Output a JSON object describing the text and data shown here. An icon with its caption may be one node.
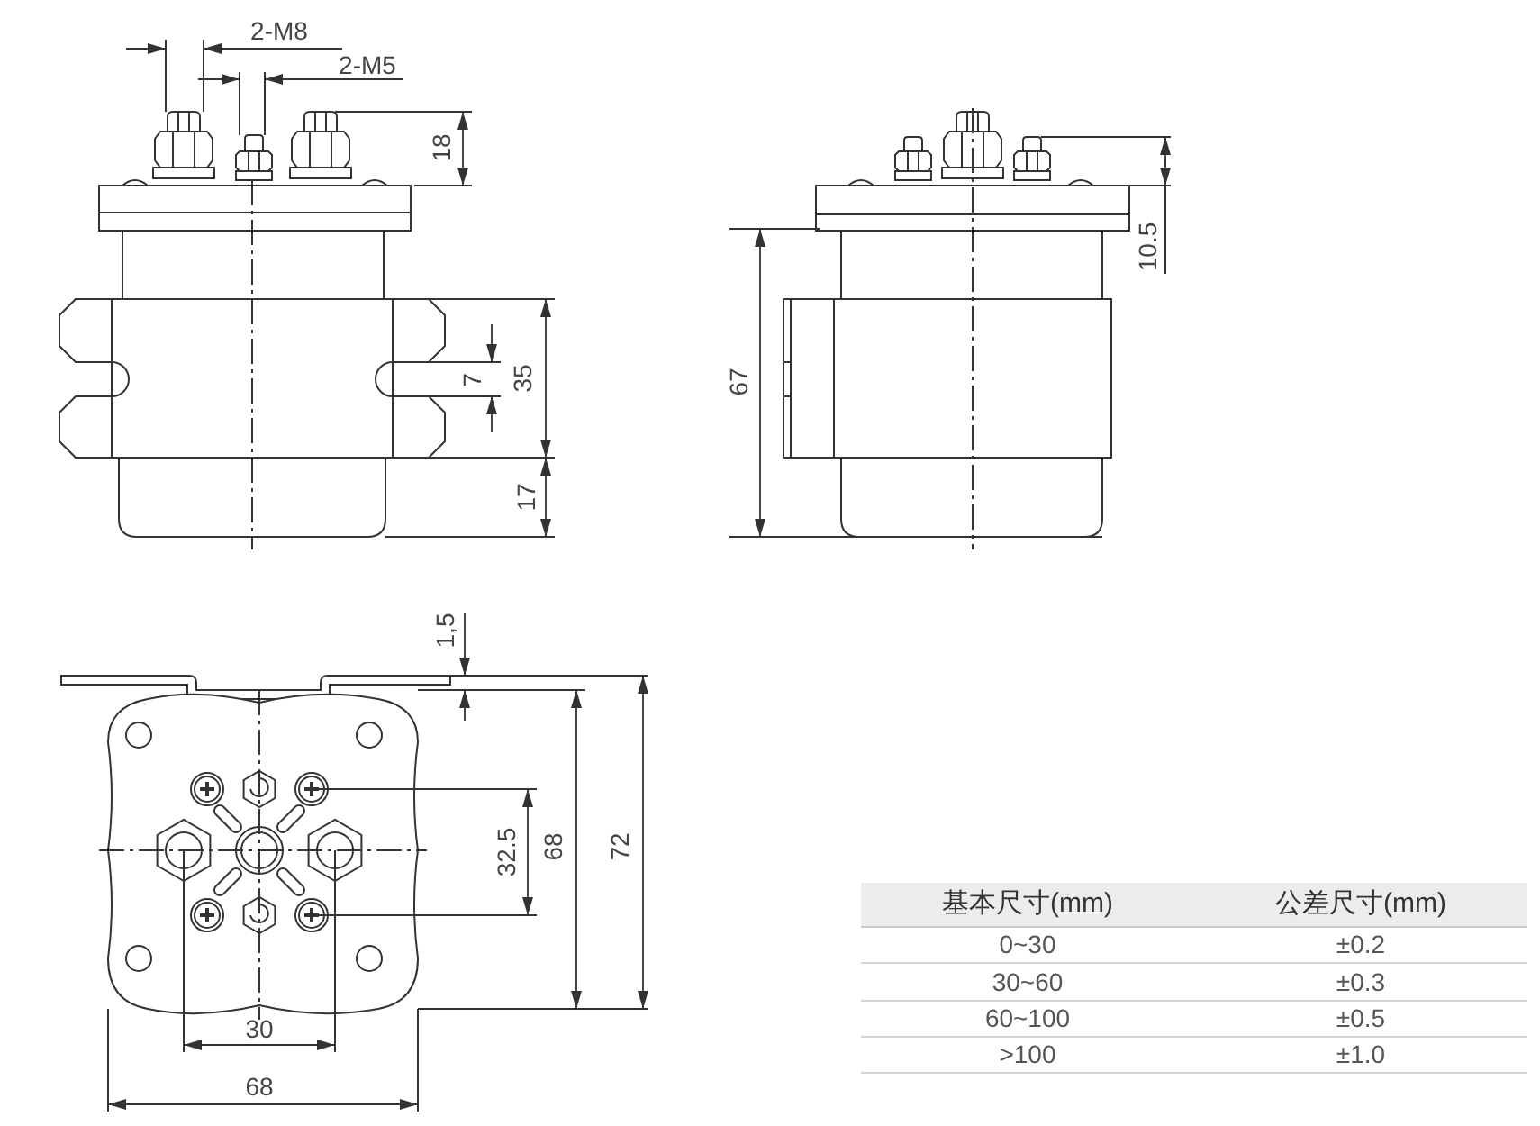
{
  "diagram": {
    "labels": [
      "2-M8",
      "2-M5",
      "18",
      "10.5",
      "7",
      "35",
      "67",
      "17",
      "1,5",
      "32.5",
      "68",
      "72",
      "30",
      "68",
      "基本尺寸(mm)",
      "公差尺寸(mm)",
      "0~30",
      "±0.2",
      "30~60",
      "±0.3",
      "60~100",
      "±0.5",
      ">100",
      "±1.0"
    ]
  }
}
